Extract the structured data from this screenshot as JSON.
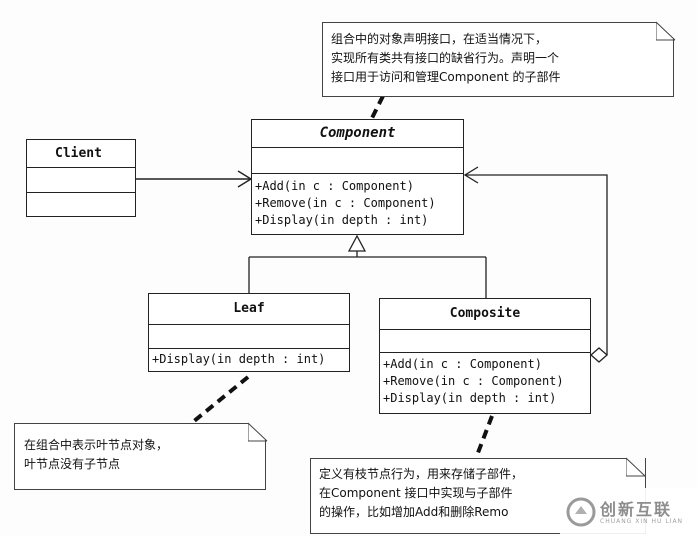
{
  "component": {
    "name": "Component",
    "operations": [
      "+Add(in c : Component)",
      "+Remove(in c : Component)",
      "+Display(in depth : int)"
    ]
  },
  "client": {
    "name": "Client"
  },
  "leaf": {
    "name": "Leaf",
    "operations": [
      "+Display(in depth : int)"
    ]
  },
  "composite": {
    "name": "Composite",
    "operations": [
      "+Add(in c : Component)",
      "+Remove(in c : Component)",
      "+Display(in depth : int)"
    ]
  },
  "notes": {
    "component": [
      "组合中的对象声明接口，在适当情况下，",
      "实现所有类共有接口的缺省行为。声明一个",
      "接口用于访问和管理Component 的子部件"
    ],
    "leaf": [
      "在组合中表示叶节点对象，",
      "叶节点没有子节点"
    ],
    "composite": [
      "定义有枝节点行为，用来存储子部件，",
      "在Component 接口中实现与子部件",
      "的操作，比如增加Add和删除Remo"
    ]
  },
  "watermark": {
    "brand": "创新互联",
    "sub": "CHUANG XIN HU LIAN"
  }
}
